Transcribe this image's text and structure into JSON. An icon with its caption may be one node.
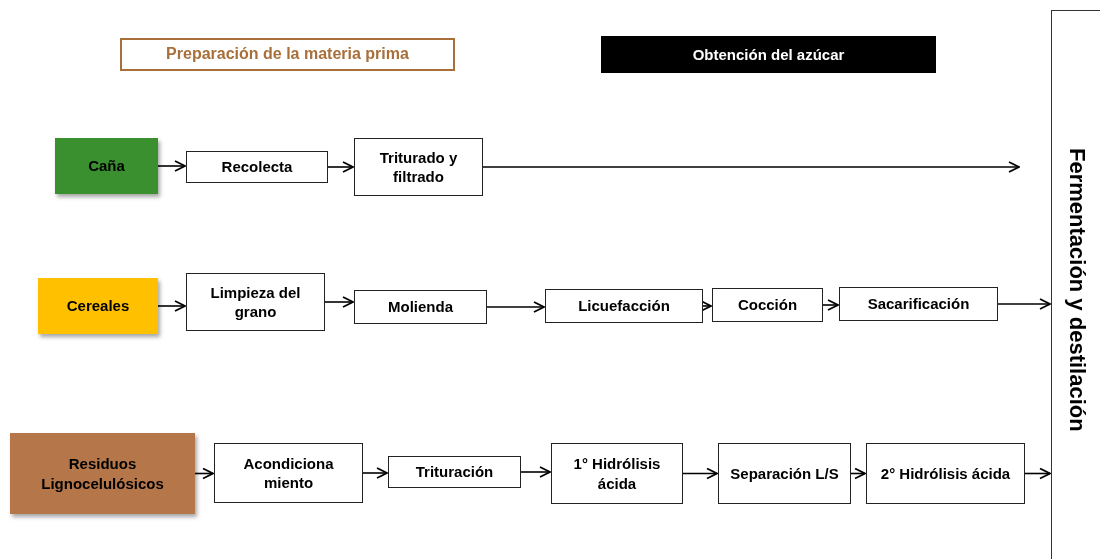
{
  "diagram": {
    "nodes": [
      {
        "text": [
          "Preparación de la materia prima"
        ]
      },
      {
        "text": [
          "Obtención del azúcar"
        ]
      },
      {
        "text": [
          "Fermentación y destilación"
        ]
      },
      {
        "text": [
          "Caña"
        ]
      },
      {
        "text": [
          "Recolecta"
        ]
      },
      {
        "text": [
          "Triturado y filtrado"
        ]
      },
      {
        "text": [
          "Cereales"
        ]
      },
      {
        "text": [
          "Limpieza del grano"
        ]
      },
      {
        "text": [
          "Molienda"
        ]
      },
      {
        "text": [
          "Licuefacción"
        ]
      },
      {
        "text": [
          "Cocción"
        ]
      },
      {
        "text": [
          "Sacarificación"
        ]
      },
      {
        "text": [
          "Residuos Lignocelulósicos"
        ]
      },
      {
        "text": [
          "Acondiciona miento"
        ]
      },
      {
        "text": [
          "Trituración"
        ]
      },
      {
        "text": [
          "1° Hidrólisis ácida"
        ]
      },
      {
        "text": [
          "Separación L/S"
        ]
      },
      {
        "text": [
          "2° Hidrólisis ácida"
        ]
      }
    ],
    "edges": [
      {
        "from": 3,
        "to": 4,
        "arrow": "to"
      },
      {
        "from": 4,
        "to": 5,
        "arrow": "to"
      },
      {
        "from": 5,
        "to": null,
        "arrow": "to"
      },
      {
        "from": 6,
        "to": 7,
        "arrow": "to"
      },
      {
        "from": 7,
        "to": 8,
        "arrow": "to"
      },
      {
        "from": 8,
        "to": 9,
        "arrow": "to"
      },
      {
        "from": 9,
        "to": 10,
        "arrow": "to"
      },
      {
        "from": 10,
        "to": 11,
        "arrow": "to"
      },
      {
        "from": 11,
        "to": 2,
        "arrow": "to"
      },
      {
        "from": 12,
        "to": 13,
        "arrow": "to"
      },
      {
        "from": 13,
        "to": 14,
        "arrow": "to"
      },
      {
        "from": 14,
        "to": 15,
        "arrow": "to"
      },
      {
        "from": 15,
        "to": 16,
        "arrow": "to"
      },
      {
        "from": 16,
        "to": 17,
        "arrow": "to"
      },
      {
        "from": 17,
        "to": 2,
        "arrow": "to"
      }
    ]
  }
}
